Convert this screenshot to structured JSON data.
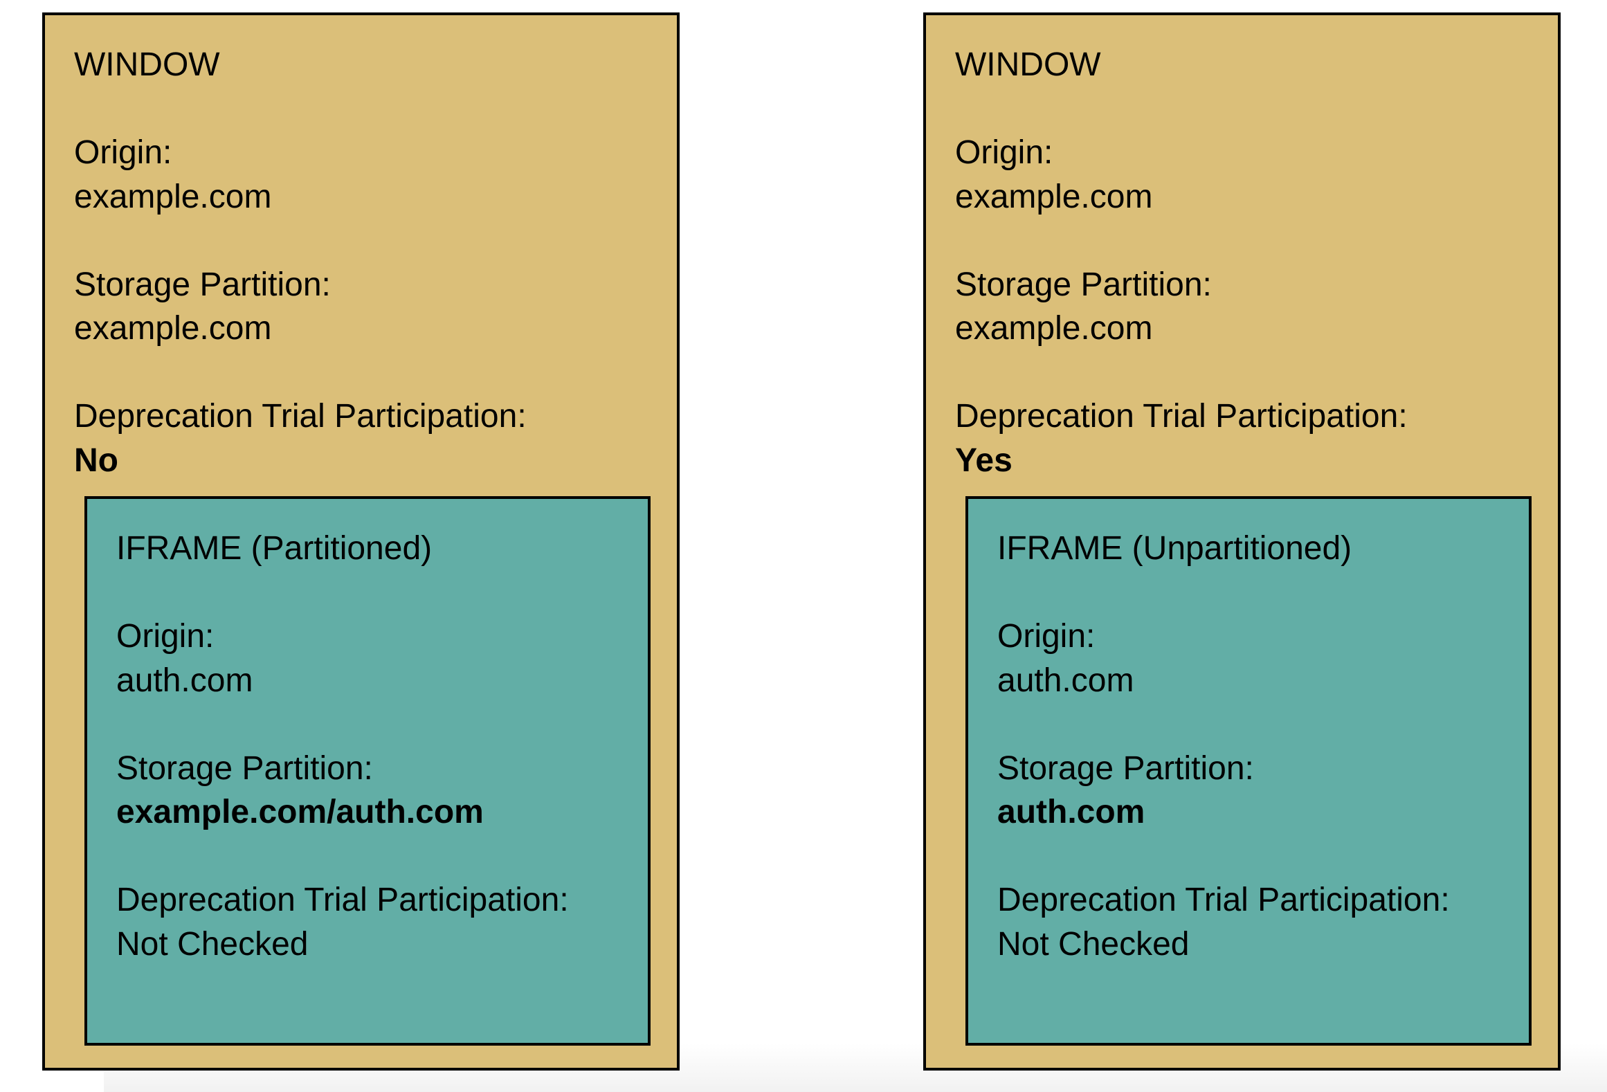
{
  "colors": {
    "window": "#dbbf79",
    "iframe": "#62aea6",
    "border": "#000000"
  },
  "panels": [
    {
      "window": {
        "title": "WINDOW",
        "origin_label": "Origin:",
        "origin": "example.com",
        "partition_label": "Storage Partition:",
        "partition": "example.com",
        "trial_label": "Deprecation Trial Participation:",
        "trial": "No"
      },
      "iframe": {
        "title": "IFRAME (Partitioned)",
        "origin_label": "Origin:",
        "origin": "auth.com",
        "partition_label": "Storage Partition:",
        "partition": "example.com/auth.com",
        "trial_label": "Deprecation Trial Participation:",
        "trial": "Not Checked"
      }
    },
    {
      "window": {
        "title": "WINDOW",
        "origin_label": "Origin:",
        "origin": "example.com",
        "partition_label": "Storage Partition:",
        "partition": "example.com",
        "trial_label": "Deprecation Trial Participation:",
        "trial": "Yes"
      },
      "iframe": {
        "title": "IFRAME (Unpartitioned)",
        "origin_label": "Origin:",
        "origin": "auth.com",
        "partition_label": "Storage Partition:",
        "partition": "auth.com",
        "trial_label": "Deprecation Trial Participation:",
        "trial": "Not Checked"
      }
    }
  ]
}
